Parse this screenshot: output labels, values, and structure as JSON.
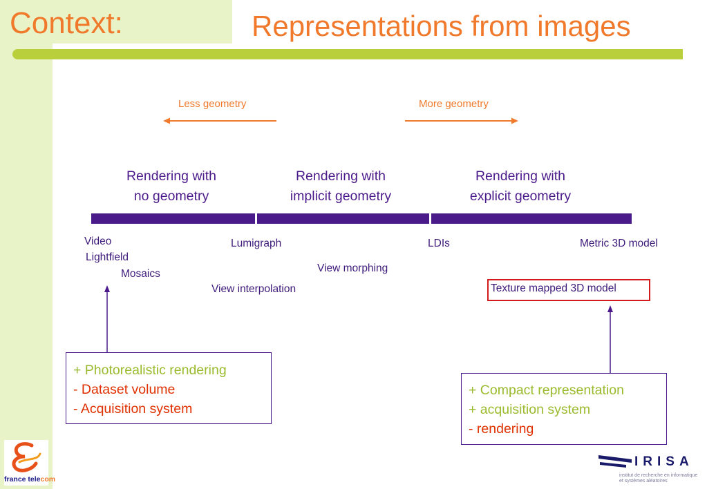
{
  "header": {
    "context": "Context:",
    "title": "Representations from images"
  },
  "arrows": {
    "less": "Less geometry",
    "more": "More geometry"
  },
  "categories": [
    {
      "line1": "Rendering with",
      "line2": "no geometry"
    },
    {
      "line1": "Rendering with",
      "line2": "implicit geometry"
    },
    {
      "line1": "Rendering with",
      "line2": "explicit geometry"
    }
  ],
  "techniques": {
    "video": "Video",
    "lightfield": "Lightfield",
    "mosaics": "Mosaics",
    "lumigraph": "Lumigraph",
    "view_interpolation": "View interpolation",
    "view_morphing": "View morphing",
    "ldis": "LDIs",
    "metric_3d": "Metric 3D model",
    "texture_mapped": "Texture mapped 3D model"
  },
  "callouts": {
    "left": [
      "+ Photorealistic rendering",
      "- Dataset volume",
      "- Acquisition system"
    ],
    "right": [
      "+ Compact representation",
      "+ acquisition system",
      "- rendering"
    ]
  },
  "logos": {
    "france_telecom": "france tele",
    "france_telecom_suffix": "com",
    "irisa": "IRISA",
    "irisa_sub_1": "institut de recherche en informatique",
    "irisa_sub_2": "et systèmes aléatoires"
  },
  "colors": {
    "accent_orange": "#f0792b",
    "purple": "#4b1a8a",
    "green_rule": "#b9cf3c",
    "pos_green": "#9bbb2e",
    "neg_red": "#e03000"
  }
}
